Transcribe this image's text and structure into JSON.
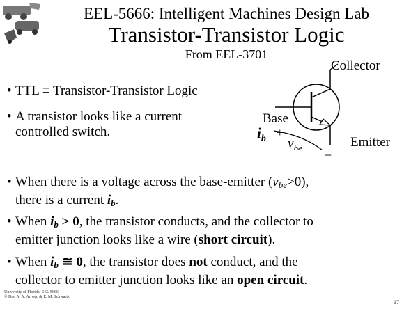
{
  "header": {
    "course_title": "EEL-5666: Intelligent Machines Design Lab",
    "slide_title": "Transistor-Transistor Logic",
    "subtitle": "From EEL-3701"
  },
  "bullets": {
    "b1": "TTL ≡ Transistor-Transistor Logic",
    "b2_line1": "A transistor looks like a current",
    "b2_line2": "controlled switch.",
    "b3_a": "When there is a voltage across the base-emitter (",
    "b3_var": "v",
    "b3_var_sub": "be",
    "b3_b": ">0),",
    "b3_line2_a": "there is a current ",
    "b3_cur": "i",
    "b3_cur_sub": "b",
    "b3_line2_b": ".",
    "b4_cur": "i",
    "b4_cur_sub": "b",
    "b4_cond": " > 0",
    "b4_a": ", the transistor conducts, and the collector to",
    "b4_line2_a": "emitter junction looks like a wire (",
    "b4_bold": "short circuit",
    "b4_line2_b": ").",
    "b5_when": "When ",
    "b5_cur": "i",
    "b5_cur_sub": "b",
    "b5_cond": " ≅ 0",
    "b5_a": ", the transistor does ",
    "b5_not": "not",
    "b5_b": " conduct, and the",
    "b5_line2_a": "collector to emitter junction looks like an ",
    "b5_bold": "open circuit",
    "b5_line2_b": ".",
    "b4_when": "When "
  },
  "diagram": {
    "collector": "Collector",
    "base": "Base",
    "emitter": "Emitter",
    "ib": "i",
    "ib_sub": "b",
    "plus": "+",
    "minus": "−",
    "vbe": "v",
    "vbe_sub": "be"
  },
  "footer": {
    "line1": "University of Florida, EEL 5666",
    "line2": "© Drs. A. A. Arroyo & E. M. Schwartz",
    "page": "17"
  }
}
